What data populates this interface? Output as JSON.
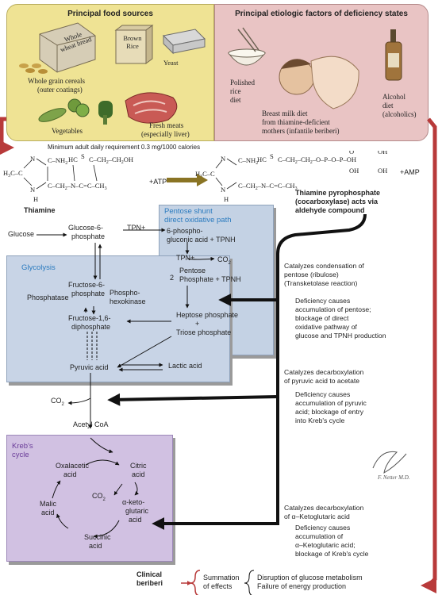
{
  "food_sources": {
    "title": "Principal food sources",
    "bread_label": "Whole wheat bread",
    "rice_label": "Brown Rice",
    "yeast_label": "Yeast",
    "cereals_label_1": "Whole grain cereals",
    "cereals_label_2": "(outer coatings)",
    "vegetables_label": "Vegetables",
    "meats_label_1": "Fresh meats",
    "meats_label_2": "(especially liver)"
  },
  "etiologic": {
    "title": "Principal etiologic factors of deficiency states",
    "rice_label_1": "Polished",
    "rice_label_2": "rice",
    "rice_label_3": "diet",
    "breast_label_1": "Breast milk diet",
    "breast_label_2": "from thiamine-deficient",
    "breast_label_3": "mothers (infantile beriberi)",
    "alcohol_label_1": "Alcohol",
    "alcohol_label_2": "diet",
    "alcohol_label_3": "(alcoholics)"
  },
  "requirement": "Minimum adult daily requirement 0.3 mg/1000 calories",
  "chem": {
    "thiamine_label": "Thiamine",
    "atp_label": "+ATP",
    "amp_label": "+AMP",
    "tpp_label_1": "Thiamine pyrophosphate",
    "tpp_label_2": "(cocarboxylase) acts via",
    "tpp_label_3": "aldehyde compound"
  },
  "pathway": {
    "glucose": "Glucose",
    "g6p_1": "Glucose-6-",
    "g6p_2": "phosphate",
    "tpn_plus": "TPN+",
    "pg_1": "6-phospho-",
    "pg_2": "gluconic acid + TPNH",
    "pentose_title_1": "Pentose shunt",
    "pentose_title_2": "direct oxidative path",
    "tpn_plus_2": "TPN+",
    "co2_pentose": "CO",
    "pentose_num": "2",
    "pentose_phos_1": "Pentose",
    "pentose_phos_2": "Phosphate + TPNH",
    "heptose": "Heptose phosphate",
    "plus": "+",
    "triose": "Triose phosphate",
    "glycolysis_title": "Glycolysis",
    "f6p_1": "Fructose-6-",
    "f6p_2": "phosphate",
    "phosphatase": "Phosphatase",
    "phk_1": "Phospho-",
    "phk_2": "hexokinase",
    "fdp_1": "Fructose-1,6-",
    "fdp_2": "diphosphate",
    "pyruvic": "Pyruvic acid",
    "lactic": "Lactic acid",
    "co2_main": "CO",
    "acetyl": "Acetyl CoA",
    "kreb_title_1": "Kreb's",
    "kreb_title_2": "cycle",
    "oxalacetic_1": "Oxalacetic",
    "oxalacetic_2": "acid",
    "citric_1": "Citric",
    "citric_2": "acid",
    "co2_kreb": "CO",
    "akg_1": "α-keto-",
    "akg_2": "glutaric",
    "akg_3": "acid",
    "malic_1": "Malic",
    "malic_2": "acid",
    "succinic_1": "Succinic",
    "succinic_2": "acid"
  },
  "notes": {
    "n1_a": "Catalyzes condensation of",
    "n1_b": "pentose (ribulose)",
    "n1_c": "(Transketolase reaction)",
    "n1_d": "Deficiency causes",
    "n1_e": "accumulation of pentose;",
    "n1_f": "blockage of direct",
    "n1_g": "oxidative pathway of",
    "n1_h": "glucose and TPNH production",
    "n2_a": "Catalyzes decarboxylation",
    "n2_b": "of pyruvic acid to acetate",
    "n2_c": "Deficiency causes",
    "n2_d": "accumulation of pyruvic",
    "n2_e": "acid; blockage of entry",
    "n2_f": "into Kreb's cycle",
    "n3_a": "Catalyzes decarboxylation",
    "n3_b": "of α–Ketoglutaric acid",
    "n3_c": "Deficiency causes",
    "n3_d": "accumulation of",
    "n3_e": "α–Ketoglutaric acid;",
    "n3_f": "blockage of Kreb's cycle"
  },
  "bottom": {
    "clinical_1": "Clinical",
    "clinical_2": "beriberi",
    "summation_1": "Summation",
    "summation_2": "of effects",
    "disruption": "Disruption of glucose metabolism",
    "failure": "Failure of energy production"
  },
  "signature": "F. Netter M.D.",
  "colors": {
    "food_panel": "#efe394",
    "etio_panel": "#e9c4c4",
    "red_arrow": "#b83a3a",
    "olive_arrow": "#8a7424",
    "pentose_box": "#c4d2e4",
    "glycolysis_box": "#c8d4e6",
    "kreb_box": "#d1c1e2",
    "box_title_blue": "#2b7bbf"
  }
}
